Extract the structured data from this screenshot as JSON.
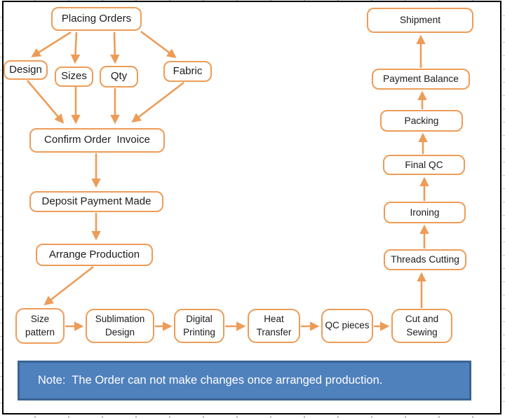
{
  "diagram": {
    "nodes": {
      "placing_orders": "Placing Orders",
      "design": "Design",
      "sizes": "Sizes",
      "qty": "Qty",
      "fabric": "Fabric",
      "confirm_order_invoice": "Confirm Order  Invoice",
      "deposit_payment_made": "Deposit Payment Made",
      "arrange_production": "Arrange Production",
      "size_pattern": "Size pattern",
      "sublimation_design": "Sublimation Design",
      "digital_printing": "Digital Printing",
      "heat_transfer": "Heat Transfer",
      "qc_pieces": "QC pieces",
      "cut_and_sewing": "Cut and Sewing",
      "threads_cutting": "Threads Cutting",
      "ironing": "Ironing",
      "final_qc": "Final QC",
      "packing": "Packing",
      "payment_balance": "Payment Balance",
      "shipment": "Shipment"
    },
    "edges": [
      [
        "placing_orders",
        "design"
      ],
      [
        "placing_orders",
        "sizes"
      ],
      [
        "placing_orders",
        "qty"
      ],
      [
        "placing_orders",
        "fabric"
      ],
      [
        "design",
        "confirm_order_invoice"
      ],
      [
        "sizes",
        "confirm_order_invoice"
      ],
      [
        "qty",
        "confirm_order_invoice"
      ],
      [
        "fabric",
        "confirm_order_invoice"
      ],
      [
        "confirm_order_invoice",
        "deposit_payment_made"
      ],
      [
        "deposit_payment_made",
        "arrange_production"
      ],
      [
        "arrange_production",
        "size_pattern"
      ],
      [
        "size_pattern",
        "sublimation_design"
      ],
      [
        "sublimation_design",
        "digital_printing"
      ],
      [
        "digital_printing",
        "heat_transfer"
      ],
      [
        "heat_transfer",
        "qc_pieces"
      ],
      [
        "qc_pieces",
        "cut_and_sewing"
      ],
      [
        "cut_and_sewing",
        "threads_cutting"
      ],
      [
        "threads_cutting",
        "ironing"
      ],
      [
        "ironing",
        "final_qc"
      ],
      [
        "final_qc",
        "packing"
      ],
      [
        "packing",
        "payment_balance"
      ],
      [
        "payment_balance",
        "shipment"
      ]
    ],
    "note": "Note:  The Order can not make changes once arranged production.",
    "colors": {
      "node_border": "#ED9C58",
      "arrow": "#ED9C58",
      "node_fill": "#FFFFFF",
      "node_text": "#1B1B1B",
      "note_fill": "#4F81BD",
      "note_border": "#3A6394",
      "note_text": "#FFFFFF",
      "frame_border": "#000000"
    }
  }
}
